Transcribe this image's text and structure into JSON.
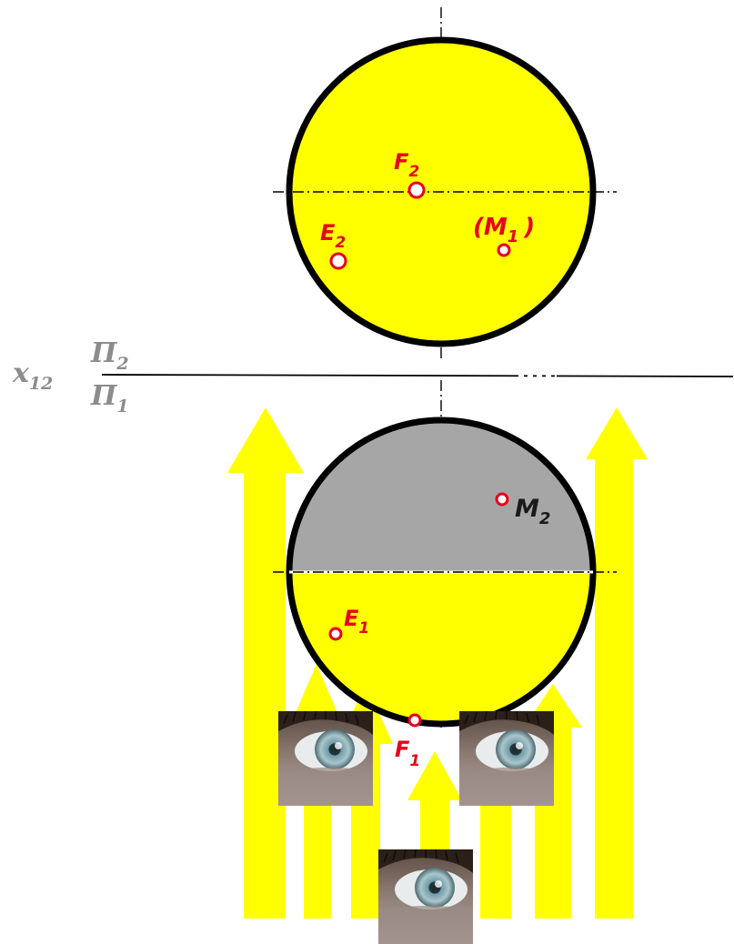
{
  "projection_axis": {
    "x_label": "x",
    "x_sub": "12",
    "upper_plane": "Π",
    "upper_sub": "2",
    "lower_plane": "Π",
    "lower_sub": "1"
  },
  "points": {
    "F2": {
      "letter": "F",
      "sub": "2"
    },
    "E2": {
      "letter": "E",
      "sub": "2"
    },
    "M1": {
      "open": "(",
      "letter": "M",
      "sub": "1",
      "close": ")"
    },
    "M2": {
      "letter": "M",
      "sub": "2"
    },
    "E1": {
      "letter": "E",
      "sub": "1"
    },
    "F1": {
      "letter": "F",
      "sub": "1"
    }
  },
  "colors": {
    "lit_surface": "#ffff00",
    "shadow_surface": "#a6a6a6",
    "point_marker": "#e8001c",
    "arrows": "#ffff00",
    "outline": "#000000"
  },
  "icons": [
    "up-arrow-icon",
    "eye-photo-icon"
  ]
}
